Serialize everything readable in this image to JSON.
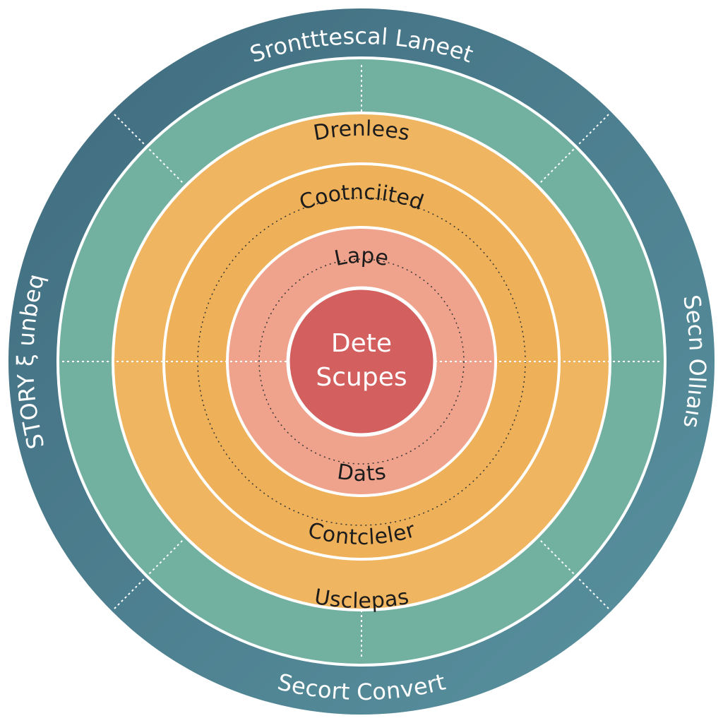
{
  "diagram": {
    "outer_ring": {
      "top": "Srontttescal Laneet",
      "bottom": "Secort Convert",
      "left": "STORY ξ unbeq",
      "right": "Secn Ollıaıs"
    },
    "orange_outer": {
      "top": "Drenlees",
      "bottom": "Usclepas"
    },
    "orange_inner": {
      "top": "Cootnciited",
      "bottom": "Contcleler"
    },
    "pink": {
      "top": "Lape",
      "bottom": "Dats"
    },
    "center": {
      "line1": "Dete",
      "line2": "Scupes"
    }
  },
  "colors": {
    "outer": "#4a7b8c",
    "teal": "#72b0a0",
    "orange": "#f0b560",
    "pink": "#f0a38c",
    "center": "#d45f5f"
  }
}
